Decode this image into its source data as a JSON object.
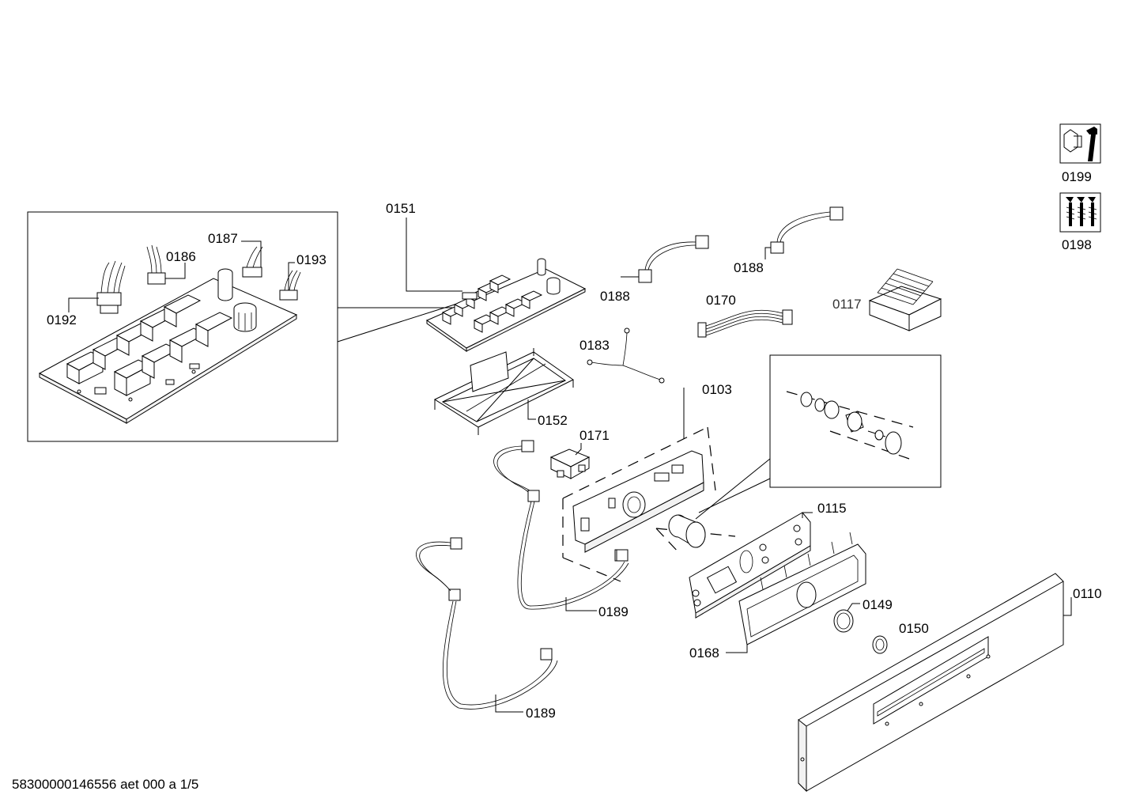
{
  "document_id": "58300000146556 aet 000 a 1/5",
  "part_labels": {
    "p0151": "0151",
    "p0187": "0187",
    "p0186": "0186",
    "p0193": "0193",
    "p0192": "0192",
    "p0188a": "0188",
    "p0188b": "0188",
    "p0170": "0170",
    "p0117": "0117",
    "p0183": "0183",
    "p0103": "0103",
    "p0152": "0152",
    "p0171": "0171",
    "p0115": "0115",
    "p0110": "0110",
    "p0149": "0149",
    "p0150": "0150",
    "p0168": "0168",
    "p0189a": "0189",
    "p0189b": "0189",
    "p0199": "0199",
    "p0198": "0198"
  },
  "icons": {
    "p0199": "wrench-icon",
    "p0198": "screws-icon"
  }
}
